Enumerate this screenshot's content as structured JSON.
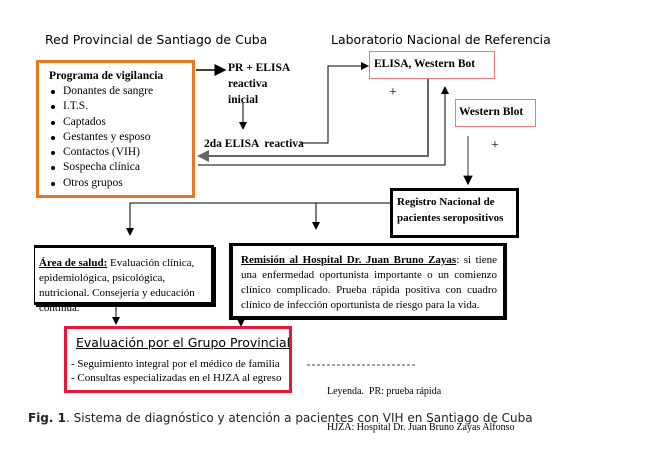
{
  "headers": {
    "left": "Red Provincial de Santiago de Cuba",
    "right": "Laboratorio Nacional de Referencia"
  },
  "surveillance": {
    "title": "Programa de vigilancia",
    "items": [
      "Donantes de sangre",
      "I.T.S.",
      "Captados",
      "Gestantes y esposo",
      "Contactos (VIH)",
      "Sospecha clínica",
      "Otros grupos"
    ]
  },
  "steps": {
    "pr_elisa": [
      "PR + ELISA",
      "reactiva",
      "inicial"
    ],
    "second_elisa": "2da ELISA  reactiva",
    "elisa_wb": "ELISA, Western Bot",
    "plus1": "+",
    "western_blot": "Western Blot",
    "plus2": "+",
    "registro": "Registro Nacional de pacientes seropositivos"
  },
  "area": {
    "label": "Área de salud:",
    "text": " Evaluación clínica, epidemiológica, psicológica, nutricional. Consejería y educación continua."
  },
  "remision": {
    "label": "Remisión al Hospital Dr. Juan Bruno Zayas",
    "text": ": si tiene una enfermedad oportunista importante o un comienzo clínico complicado. Prueba rápida positiva con cuadro clínico de infección oportunista de riesgo para la vida."
  },
  "evaluacion": {
    "title": "Evaluación por el Grupo Provincial",
    "items": [
      "- Seguimiento integral por el médico de familia",
      "- Consultas especializadas en el HJZA al egreso"
    ]
  },
  "legend": {
    "line1": "Leyenda.  PR: prueba rápida",
    "line2": "HJZA: Hospital Dr. Juan Bruno Zayas Alfonso"
  },
  "caption": {
    "label": "Fig. 1",
    "text": ". Sistema de diagnóstico y atención a pacientes con VIH en Santiago de Cuba"
  },
  "colors": {
    "orange": "#e87722",
    "pink": "#f07878",
    "red": "#e8173a"
  }
}
